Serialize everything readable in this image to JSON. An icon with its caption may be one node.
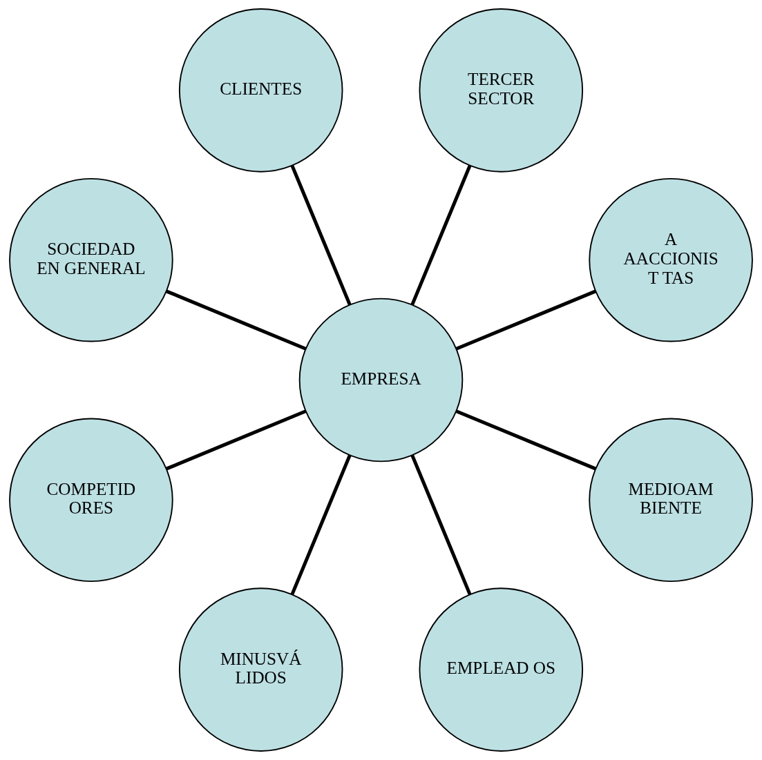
{
  "diagram": {
    "nodes": [
      {
        "text": [
          "A",
          "AACCIONIS T TAS"
        ]
      },
      {
        "text": [
          "TERCER SECTOR"
        ]
      },
      {
        "text": [
          "CLIENTES"
        ]
      },
      {
        "text": [
          "SOCIEDAD EN GENERAL"
        ]
      },
      {
        "text": [
          "EMPRESA"
        ]
      },
      {
        "text": [
          "COMPETID ORES"
        ]
      },
      {
        "text": [
          "MINUSVÁ LIDOS"
        ]
      },
      {
        "text": [
          "EMPLEAD OS"
        ]
      },
      {
        "text": [
          "MEDIOAM BIENTE"
        ]
      }
    ],
    "edges": [
      {
        "from": 4,
        "to": 5,
        "arrow": "none"
      },
      {
        "from": 4,
        "to": 2,
        "arrow": "none"
      },
      {
        "from": 4,
        "to": 0,
        "arrow": "none"
      },
      {
        "from": 4,
        "to": 1,
        "arrow": "none"
      },
      {
        "from": 4,
        "to": 3,
        "arrow": "none"
      },
      {
        "from": 4,
        "to": 6,
        "arrow": "none"
      },
      {
        "from": 4,
        "to": 8,
        "arrow": "none"
      },
      {
        "from": 4,
        "to": 7,
        "arrow": "none"
      }
    ]
  }
}
